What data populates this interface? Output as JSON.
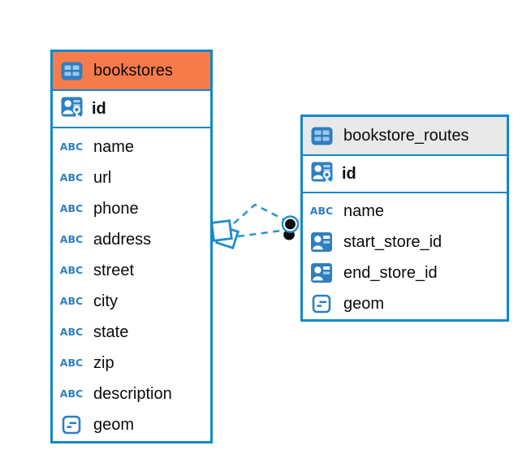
{
  "diagram": {
    "background_color": "#ffffff",
    "accent_blue": "#1189ca",
    "connector_blue": "#2E8FCE",
    "icon_blue": "#2E7FC0",
    "abc_label": "ABC",
    "tables": [
      {
        "name": "bookstores",
        "header_color": "#F87B4B",
        "header_icon": "table-icon",
        "primary_key": {
          "name": "id",
          "type_icon": "primary-key-person-icon"
        },
        "columns": [
          {
            "name": "name",
            "type_icon": "varchar-abc-icon"
          },
          {
            "name": "url",
            "type_icon": "varchar-abc-icon"
          },
          {
            "name": "phone",
            "type_icon": "varchar-abc-icon"
          },
          {
            "name": "address",
            "type_icon": "varchar-abc-icon"
          },
          {
            "name": "street",
            "type_icon": "varchar-abc-icon"
          },
          {
            "name": "city",
            "type_icon": "varchar-abc-icon"
          },
          {
            "name": "state",
            "type_icon": "varchar-abc-icon"
          },
          {
            "name": "zip",
            "type_icon": "varchar-abc-icon"
          },
          {
            "name": "description",
            "type_icon": "varchar-abc-icon"
          },
          {
            "name": "geom",
            "type_icon": "geometry-icon"
          }
        ]
      },
      {
        "name": "bookstore_routes",
        "header_color": "#E9E9E9",
        "header_icon": "table-icon",
        "primary_key": {
          "name": "id",
          "type_icon": "primary-key-person-icon"
        },
        "columns": [
          {
            "name": "name",
            "type_icon": "varchar-abc-icon"
          },
          {
            "name": "start_store_id",
            "type_icon": "foreign-key-person-icon"
          },
          {
            "name": "end_store_id",
            "type_icon": "foreign-key-person-icon"
          },
          {
            "name": "geom",
            "type_icon": "geometry-icon"
          }
        ]
      }
    ],
    "relationships": [
      {
        "style": "dashed",
        "source_marker": "overlapping-squares-icon",
        "target_marker": "black-dot-icon"
      },
      {
        "style": "dashed",
        "source_marker": "overlapping-squares-icon",
        "target_marker": "black-dot-icon"
      }
    ]
  }
}
